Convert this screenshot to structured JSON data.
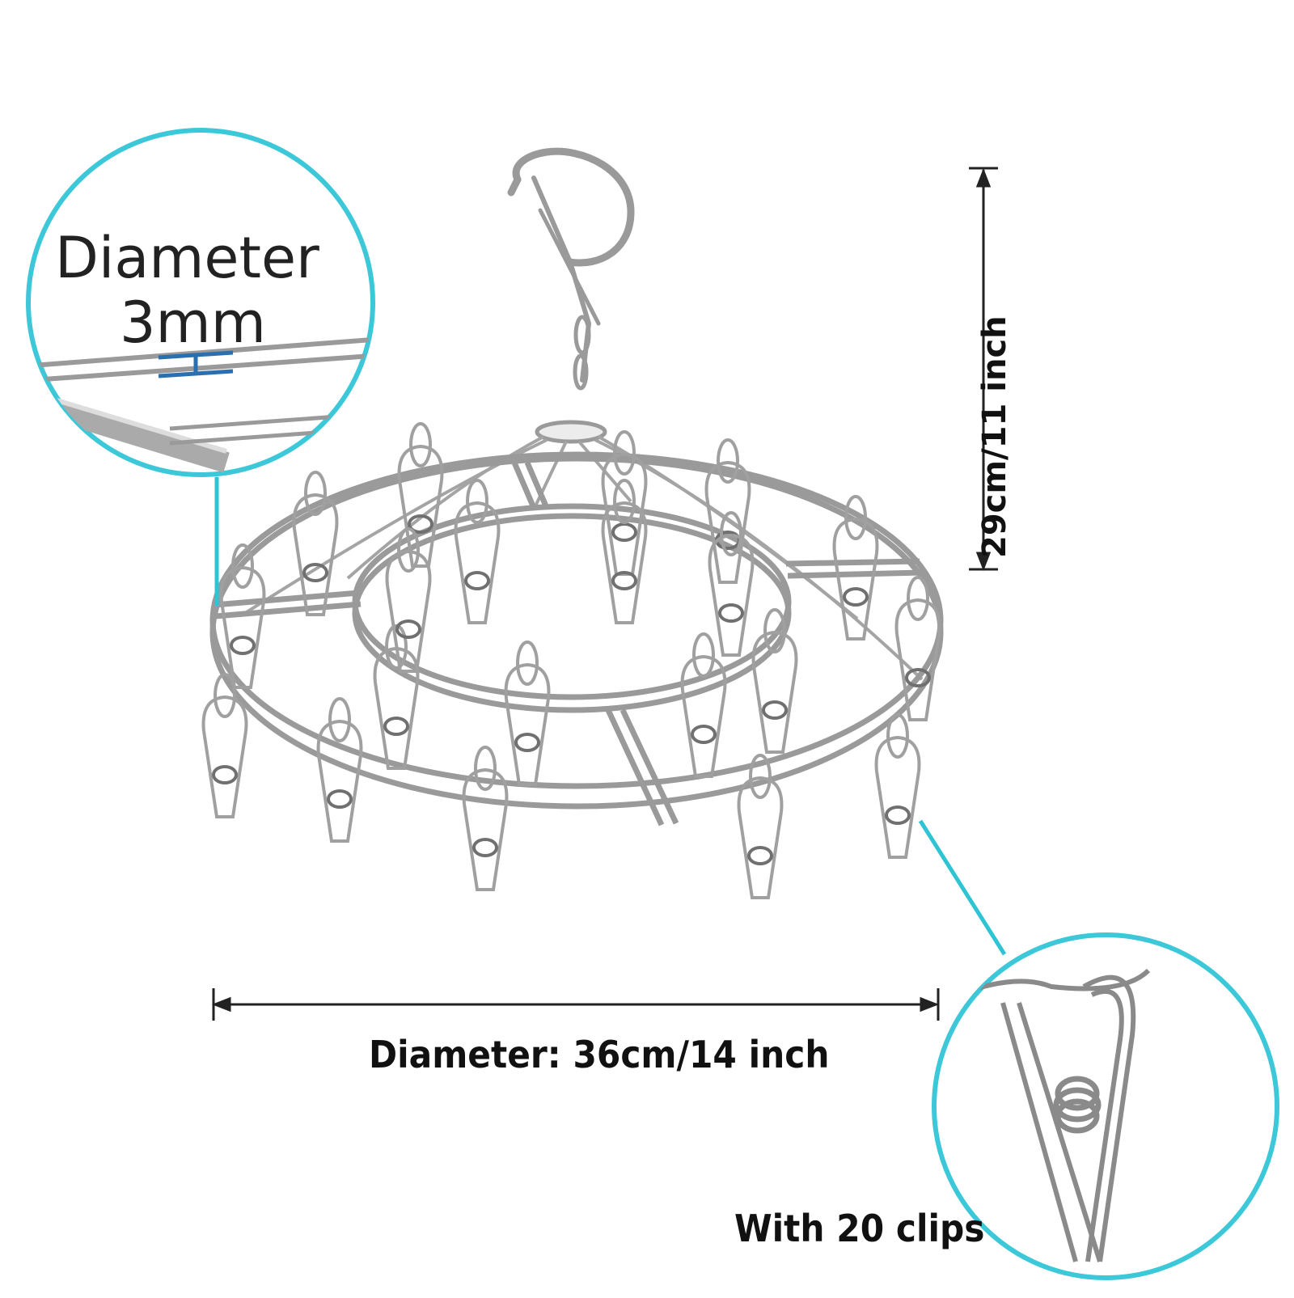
{
  "callouts": {
    "wire_diameter": {
      "line1": "Diameter",
      "line2": "3mm"
    },
    "clip_count": "With 20 clips"
  },
  "dimensions": {
    "diameter": "Diameter: 36cm/14 inch",
    "height": "29cm/11 inch"
  },
  "colors": {
    "callout_ring": "#3cc8d8",
    "callout_line": "#2ec4d4",
    "dimension_line": "#222222",
    "wire": "#9a9a9a",
    "measure_marker": "#2a6fb0"
  },
  "product": {
    "clip_count": 20
  }
}
